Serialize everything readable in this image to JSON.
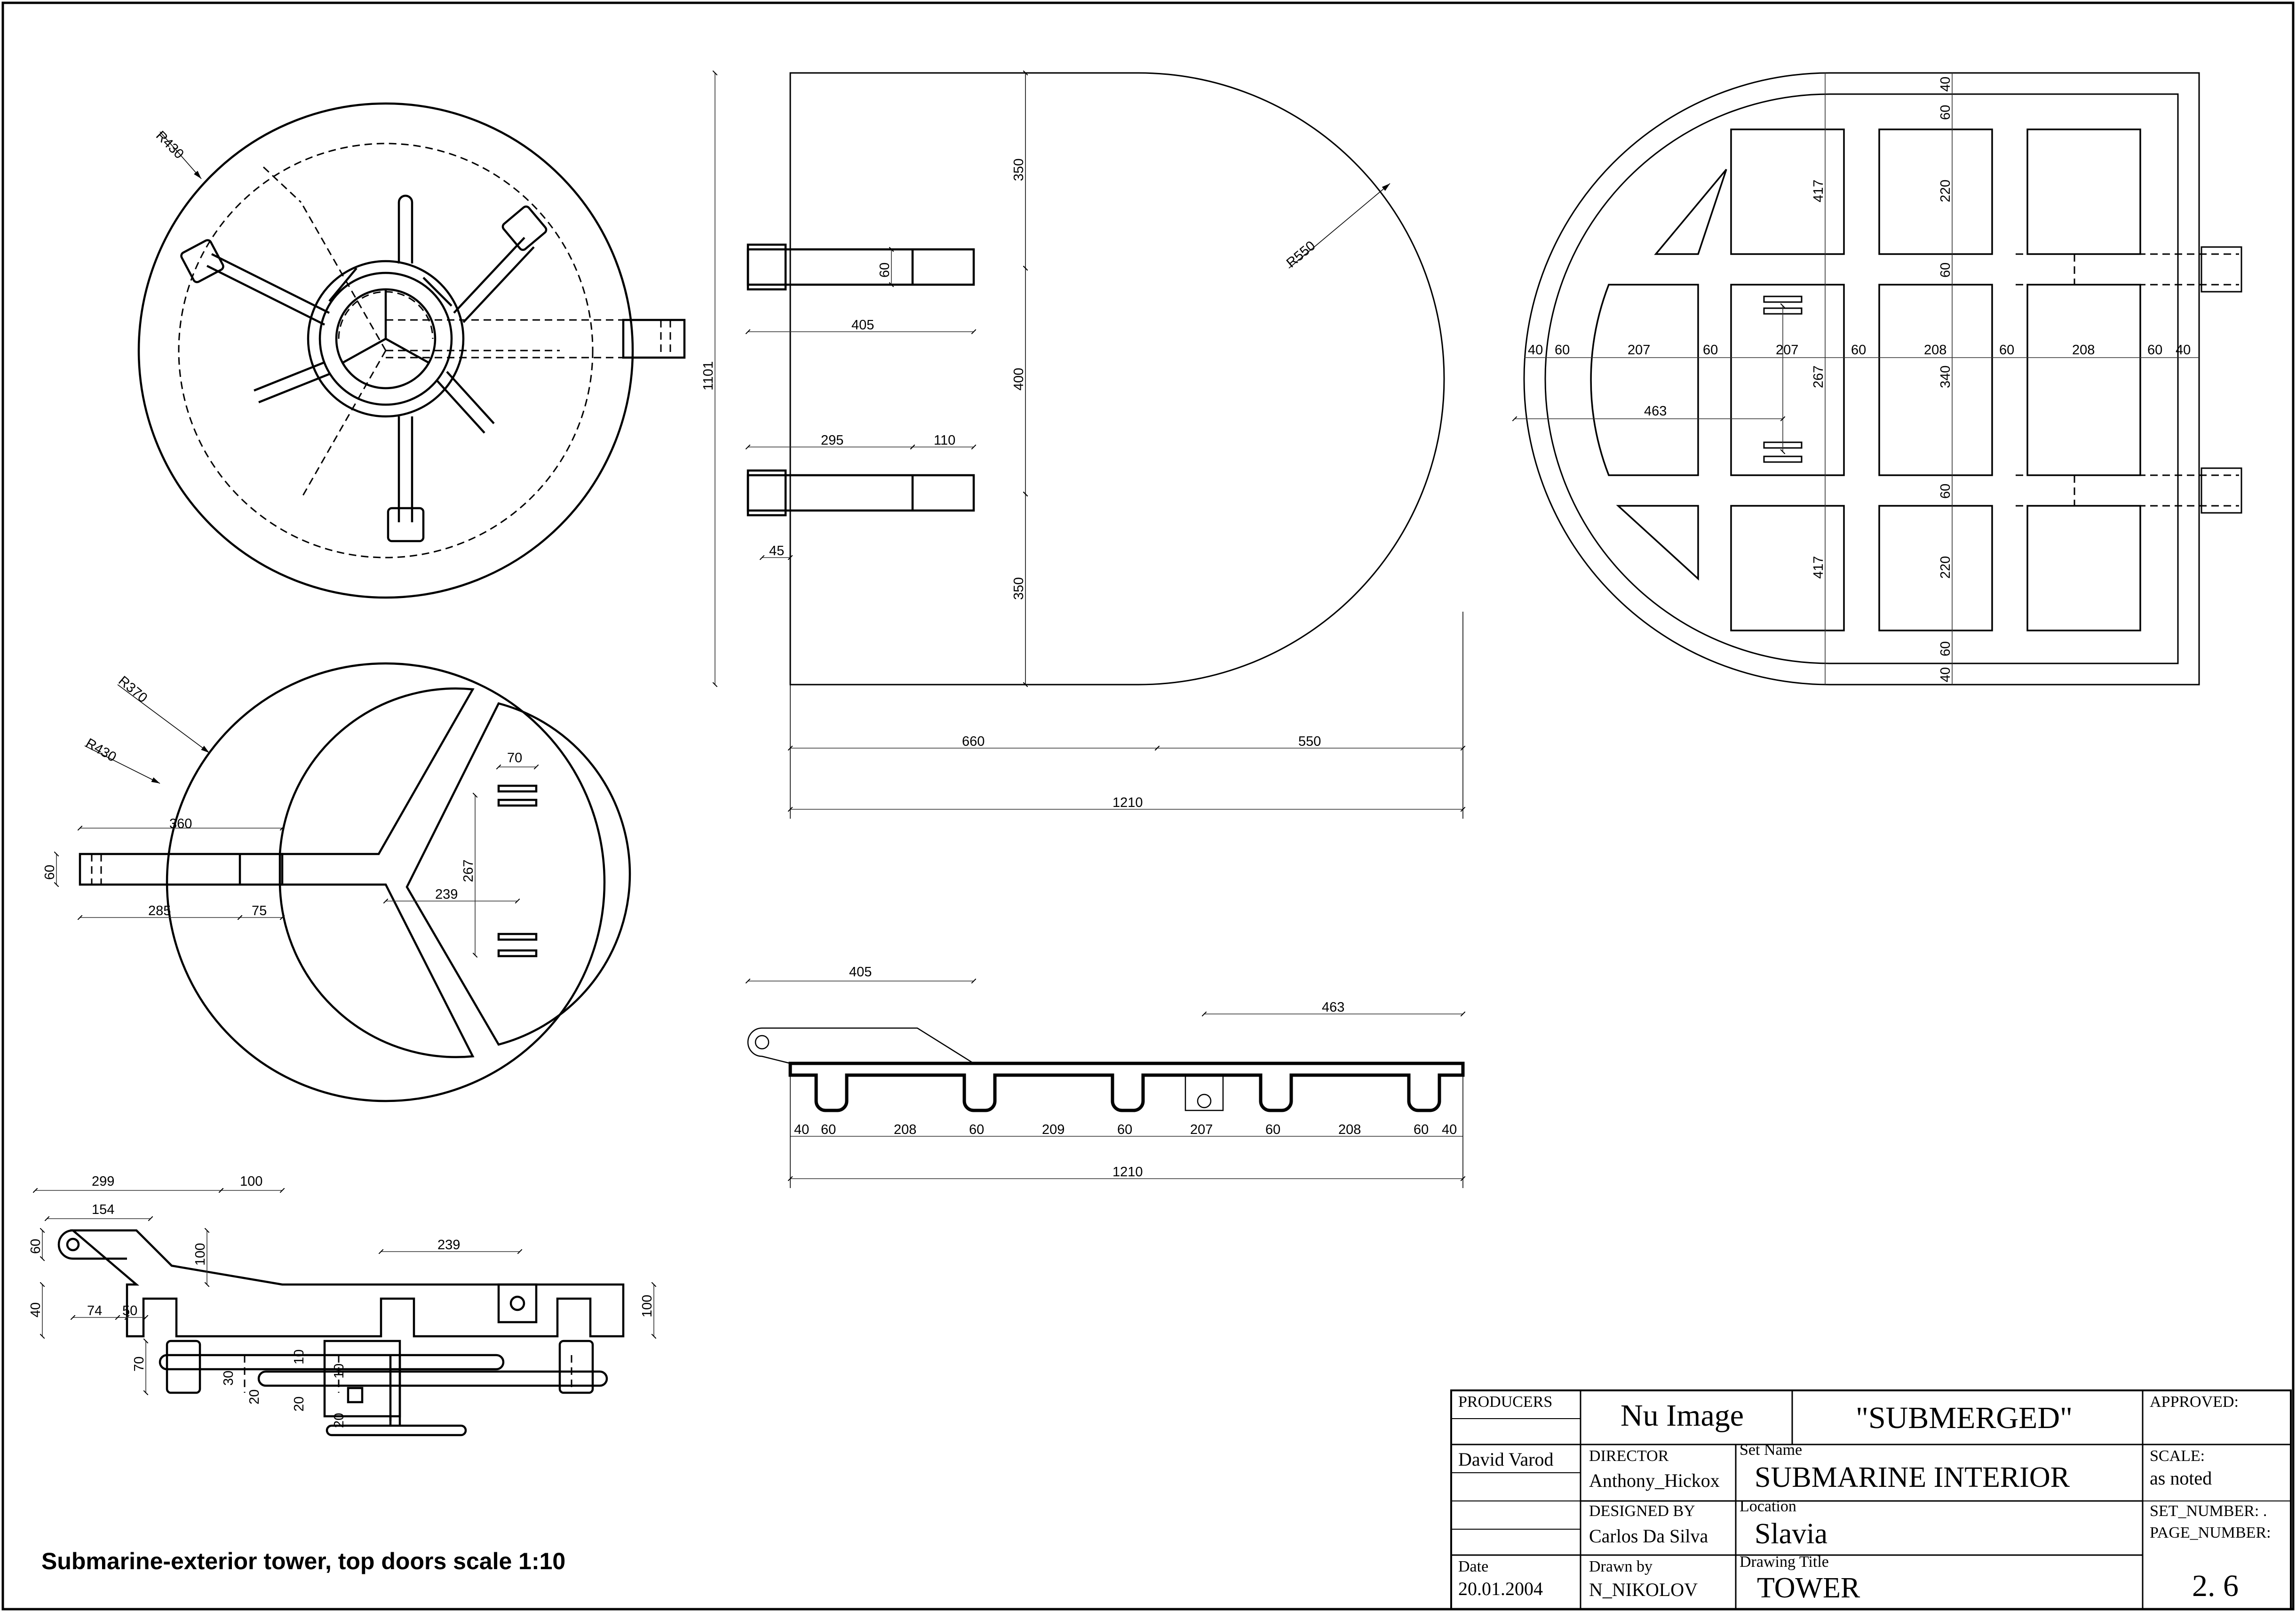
{
  "caption": "Submarine-exterior tower, top doors scale 1:10",
  "title_block": {
    "producers_label": "PRODUCERS",
    "producer_name": "Nu Image",
    "film_title": "\"SUBMERGED\"",
    "approved_label": "APPROVED:",
    "producer_person": "David Varod",
    "director_label": "DIRECTOR",
    "director_name": "Anthony_Hickox",
    "set_name_label": "Set Name",
    "set_name": "SUBMARINE INTERIOR",
    "scale_label": "SCALE:",
    "scale_value": "as noted",
    "designed_by_label": "DESIGNED BY",
    "designer_name": "Carlos Da Silva",
    "location_label": "Location",
    "location": "Slavia",
    "set_number_label": "SET_NUMBER: .",
    "page_number_label": "PAGE_NUMBER:",
    "date_label": "Date",
    "date": "20.01.2004",
    "drawn_by_label": "Drawn by",
    "drawn_by": "N_NIKOLOV",
    "drawing_title_label": "Drawing Title",
    "drawing_title": "TOWER",
    "page_number": "2. 6"
  },
  "views": {
    "hatch_top": {
      "radius_label": "R430"
    },
    "hatch_frame": {
      "r1": "R370",
      "r2": "R430",
      "d360": "360",
      "d60": "60",
      "d285": "285",
      "d75": "75",
      "d70": "70",
      "d267": "267",
      "d239": "239"
    },
    "hatch_side": {
      "d299": "299",
      "d100a": "100",
      "d154": "154",
      "d60": "60",
      "d100b": "100",
      "d239": "239",
      "d40": "40",
      "d74": "74",
      "d50": "50",
      "d100c": "100",
      "d70": "70",
      "d30": "30",
      "d10a": "10",
      "d10b": "10",
      "d20a": "20",
      "d20b": "20",
      "d20c": "20"
    },
    "door_plan": {
      "d350a": "350",
      "d400": "400",
      "d350b": "350",
      "d1101": "1101",
      "d60": "60",
      "d405": "405",
      "d295": "295",
      "d110": "110",
      "d45": "45",
      "r550": "R550",
      "d660": "660",
      "d550": "550",
      "d1210": "1210"
    },
    "door_frame": {
      "v40a": "40",
      "v60a": "60",
      "v220a": "220",
      "v60b": "60",
      "v340": "340",
      "v60c": "60",
      "v220b": "220",
      "v60d": "60",
      "v40b": "40",
      "v417a": "417",
      "v267": "267",
      "v417b": "417",
      "h40a": "40",
      "h60a": "60",
      "h207a": "207",
      "h60b": "60",
      "h207b": "207",
      "h60c": "60",
      "h208a": "208",
      "h60d": "60",
      "h208b": "208",
      "h60e": "60",
      "h40b": "40",
      "h463": "463"
    },
    "door_section": {
      "d405": "405",
      "d463": "463",
      "s40a": "40",
      "s60a": "60",
      "s208a": "208",
      "s60b": "60",
      "s209": "209",
      "s60c": "60",
      "s207": "207",
      "s60d": "60",
      "s208b": "208",
      "s60e": "60",
      "s40b": "40",
      "d1210": "1210"
    }
  }
}
